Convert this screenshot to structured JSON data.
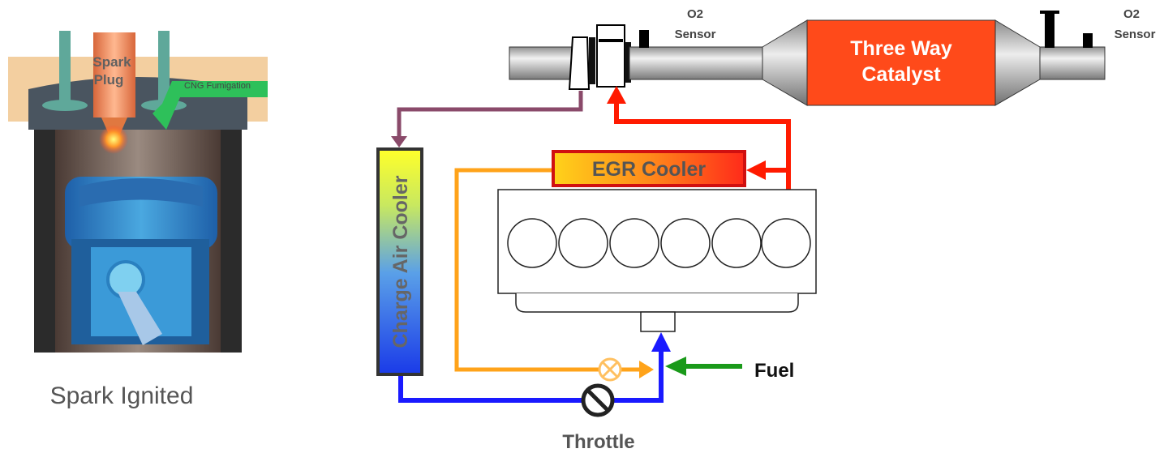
{
  "left_illustration": {
    "spark_plug_line1": "Spark",
    "spark_plug_line2": "Plug",
    "cng_label": "CNG Fumigation",
    "caption": "Spark Ignited"
  },
  "diagram": {
    "o2_sensor_1": {
      "line1": "O2",
      "line2": "Sensor"
    },
    "o2_sensor_2": {
      "line1": "O2",
      "line2": "Sensor"
    },
    "catalyst_line1": "Three Way",
    "catalyst_line2": "Catalyst",
    "egr_cooler": "EGR Cooler",
    "charge_air_cooler": "Charge Air Cooler",
    "fuel": "Fuel",
    "throttle": "Throttle"
  },
  "colors": {
    "exhaust_red": "#ff1a00",
    "egr_orange": "#ffa31a",
    "intake_blue": "#1a1aff",
    "fuel_green": "#1a9a1a",
    "turbo_purple": "#8a4a6a",
    "catalyst_fill": "#ff4a1a",
    "pipe_gray": "#bfbfbf"
  }
}
